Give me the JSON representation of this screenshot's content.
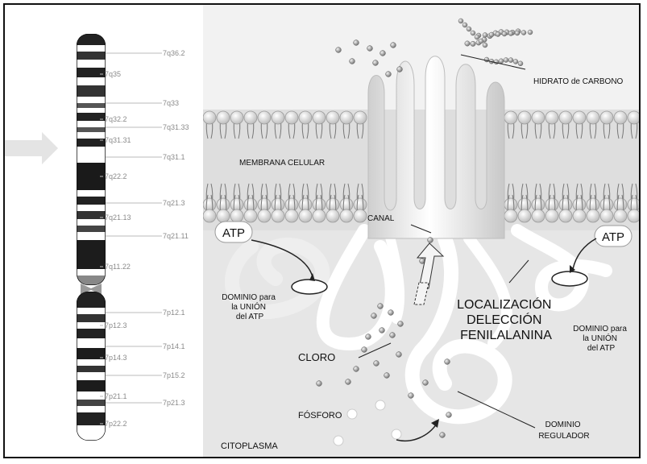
{
  "chromosome_bands": [
    {
      "id": "b1",
      "label": "7q36.2"
    },
    {
      "id": "b2",
      "label": "7q35"
    },
    {
      "id": "b3",
      "label": "7q33"
    },
    {
      "id": "b4",
      "label": "7q32.2"
    },
    {
      "id": "b5",
      "label": "7q31.33"
    },
    {
      "id": "b6",
      "label": "7q31.31"
    },
    {
      "id": "b7",
      "label": "7q31.1"
    },
    {
      "id": "b8",
      "label": "7q22.2"
    },
    {
      "id": "b9",
      "label": "7q21.3"
    },
    {
      "id": "b10",
      "label": "7q21.13"
    },
    {
      "id": "b11",
      "label": "7q21.11"
    },
    {
      "id": "b12",
      "label": "7q11.22"
    },
    {
      "id": "b13",
      "label": "7p12.1"
    },
    {
      "id": "b14",
      "label": "7p12.3"
    },
    {
      "id": "b15",
      "label": "7p14.1"
    },
    {
      "id": "b16",
      "label": "7p14.3"
    },
    {
      "id": "b17",
      "label": "7p15.2"
    },
    {
      "id": "b18",
      "label": "7p21.1"
    },
    {
      "id": "b19",
      "label": "7p21.3"
    },
    {
      "id": "b20",
      "label": "7p22.2"
    }
  ],
  "labels": {
    "carbohydrate": "HIDRATO de CARBONO",
    "membrane": "MEMBRANA CELULAR",
    "canal": "CANAL",
    "atp_left": "ATP",
    "atp_right": "ATP",
    "domain_left": [
      "DOMINIO para",
      "la UNIÓN",
      "del ATP"
    ],
    "domain_right": [
      "DOMINIO para",
      "la UNIÓN",
      "del ATP"
    ],
    "location": [
      "LOCALIZACIÓN",
      "DELECCIÓN",
      "FENILALANINA"
    ],
    "chloro": "CLORO",
    "phosphorus": "FÓSFORO",
    "regulator": [
      "DOMINIO",
      "REGULADOR"
    ],
    "cytoplasm": "CITOPLASMA"
  }
}
